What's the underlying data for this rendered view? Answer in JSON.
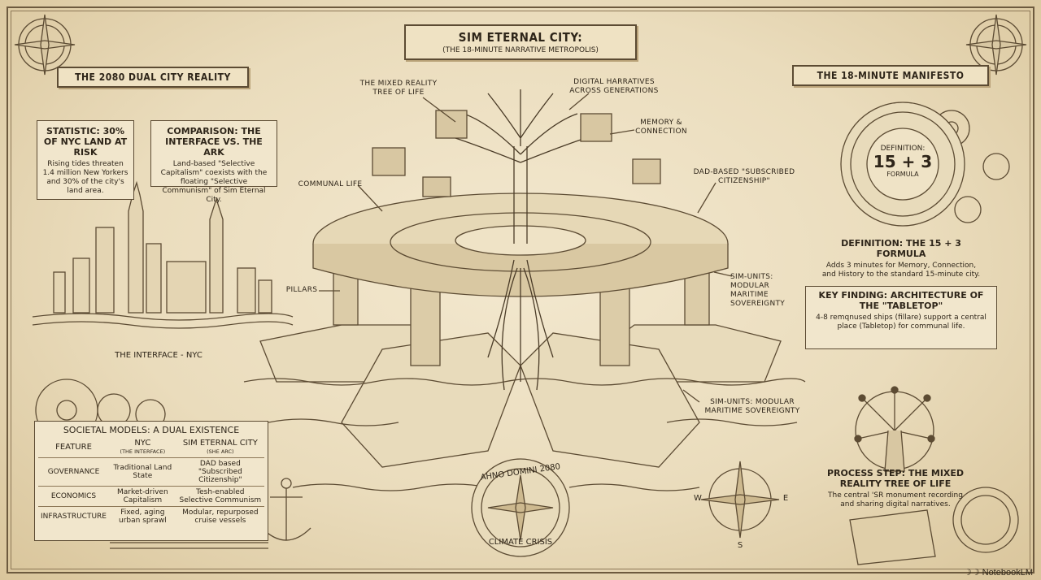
{
  "title": {
    "main": "SIM ETERNAL CITY:",
    "subtitle": "(THE 18-MINUTE NARRATIVE METROPOLIS)"
  },
  "left": {
    "banner": "THE 2080 DUAL CITY REALITY",
    "statistic": {
      "heading": "STATISTIC: 30% OF NYC LAND AT RISK",
      "body": "Rising tides threaten 1.4 million New Yorkers and 30% of the city's land area."
    },
    "comparison": {
      "heading": "COMPARISON: THE INTERFACE vs. THE ARK",
      "body": "Land-based \"Selective Capitalism\" coexists with the floating \"Selective Communism\" of Sim Eternal City."
    },
    "nyc_label": "THE INTERFACE - NYC"
  },
  "table": {
    "title": "SOCIETAL MODELS: A DUAL EXISTENCE",
    "columns": [
      {
        "label": "FEATURE",
        "sub": ""
      },
      {
        "label": "NYC",
        "sub": "(THE INTERFACE)"
      },
      {
        "label": "SIM ETERNAL CITY",
        "sub": "(SHE ARC)"
      }
    ],
    "rows": [
      {
        "feature": "GOVERNANCE",
        "nyc": "Traditional Land State",
        "sim": "DAD based \"Subscribed Citizenship\""
      },
      {
        "feature": "ECONOMICS",
        "nyc": "Market-driven Capitalism",
        "sim": "Tesh-enabled Selective Communism"
      },
      {
        "feature": "INFRASTRUCTURE",
        "nyc": "Fixed, aging urban sprawl",
        "sim": "Modular, repurposed cruise vessels"
      }
    ]
  },
  "center": {
    "labels": {
      "tree": "THE MIXED REALITY TREE OF LIFE",
      "narratives": "DIGITAL HARRATIVES ACROSS GENERATIONS",
      "memory": "MEMORY & CONNECTION",
      "citizenship": "DAD-BASED \"SUBSCRIBED CITIZENSHIP\"",
      "communal": "COMMUNAL LIFE",
      "pillars": "PILLARS",
      "simunits1": "SIM-UNITS: MODULAR MARITIME SOVEREIGNTY",
      "simunits2": "SIM-UNITS: MODULAR MARITIME SOVEREIGNTY"
    },
    "seal_top": "AHNO DOMINI 2080",
    "seal_bottom": "CLIMATE CRISIS",
    "compass": {
      "w": "W",
      "e": "E",
      "s": "S"
    }
  },
  "right": {
    "banner": "THE 18-MINUTE MANIFESTO",
    "clock": {
      "label": "DEFINITION:",
      "formula": "15 + 3",
      "sub": "FORMULA"
    },
    "definition": {
      "heading": "DEFINITION: THE 15 + 3 FORMULA",
      "body": "Adds 3 minutes for Memory, Connection, and History to the standard 15-minute city."
    },
    "key_finding": {
      "heading": "KEY FINDING: ARCHITECTURE OF THE \"TABLETOP\"",
      "body": "4-8 remqnused ships (fillare) support a central place (Tabletop) for communal life."
    },
    "process": {
      "heading": "PROCESS STEP: THE MIXED REALITY TREE OF LIFE",
      "body": "The central 'SR monument recording and sharing digital narratives."
    }
  },
  "watermark": "NotebookLM",
  "colors": {
    "paper": "#efe2c3",
    "ink": "#2e2519",
    "accent": "#6d5a3e"
  }
}
